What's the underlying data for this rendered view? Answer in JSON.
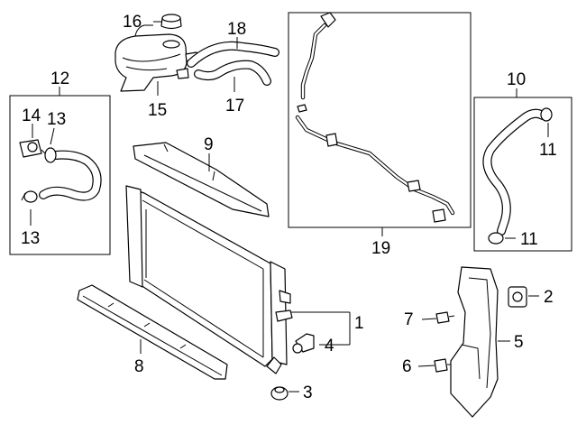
{
  "diagram": {
    "callouts": [
      {
        "id": "1",
        "label": "1"
      },
      {
        "id": "2",
        "label": "2"
      },
      {
        "id": "3",
        "label": "3"
      },
      {
        "id": "4",
        "label": "4"
      },
      {
        "id": "5",
        "label": "5"
      },
      {
        "id": "6",
        "label": "6"
      },
      {
        "id": "7",
        "label": "7"
      },
      {
        "id": "8",
        "label": "8"
      },
      {
        "id": "9",
        "label": "9"
      },
      {
        "id": "10",
        "label": "10"
      },
      {
        "id": "11a",
        "label": "11"
      },
      {
        "id": "11b",
        "label": "11"
      },
      {
        "id": "12",
        "label": "12"
      },
      {
        "id": "13a",
        "label": "13"
      },
      {
        "id": "13b",
        "label": "13"
      },
      {
        "id": "14",
        "label": "14"
      },
      {
        "id": "15",
        "label": "15"
      },
      {
        "id": "16",
        "label": "16"
      },
      {
        "id": "17",
        "label": "17"
      },
      {
        "id": "18",
        "label": "18"
      },
      {
        "id": "19",
        "label": "19"
      }
    ]
  }
}
